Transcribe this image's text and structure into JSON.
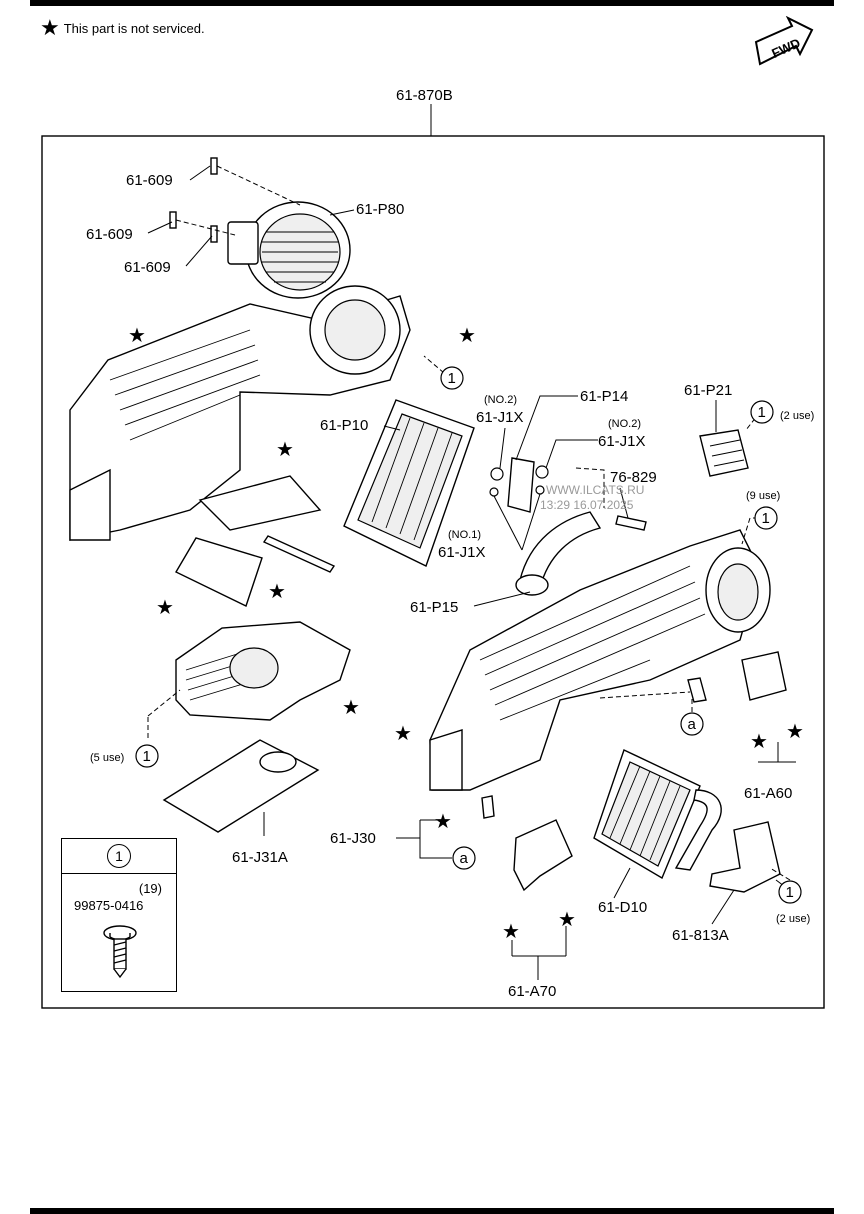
{
  "note": {
    "star": "★",
    "text": "This part is not serviced."
  },
  "fwd": {
    "text": "FWD"
  },
  "labels": {
    "assembly": "61-870B",
    "screw_a": "61-609",
    "screw_b": "61-609",
    "screw_c": "61-609",
    "blower": "61-P80",
    "filter": "61-P10",
    "pipe_p14": "61-P14",
    "no2_a": "(NO.2)",
    "j1x_a": "61-J1X",
    "no2_b": "(NO.2)",
    "j1x_b": "61-J1X",
    "no1": "(NO.1)",
    "j1x_c": "61-J1X",
    "p21": "61-P21",
    "use2_a": "(2 use)",
    "p829": "76-829",
    "use9": "(9 use)",
    "p15": "61-P15",
    "use5": "(5 use)",
    "j31a": "61-J31A",
    "j30": "61-J30",
    "a60": "61-A60",
    "d10": "61-D10",
    "a813": "61-813A",
    "use2_b": "(2 use)",
    "a70": "61-A70",
    "ref_a1": "a",
    "ref_a2": "a",
    "ref_1": "1"
  },
  "watermark": {
    "line1": "WWW.ILCATS.RU",
    "line2": "13:29 16.07.2025"
  },
  "legend": {
    "ref": "1",
    "qty": "(19)",
    "part_number": "99875-0416"
  },
  "colors": {
    "ink": "#000000",
    "paper": "#ffffff",
    "watermark": "#9a9a9a"
  }
}
